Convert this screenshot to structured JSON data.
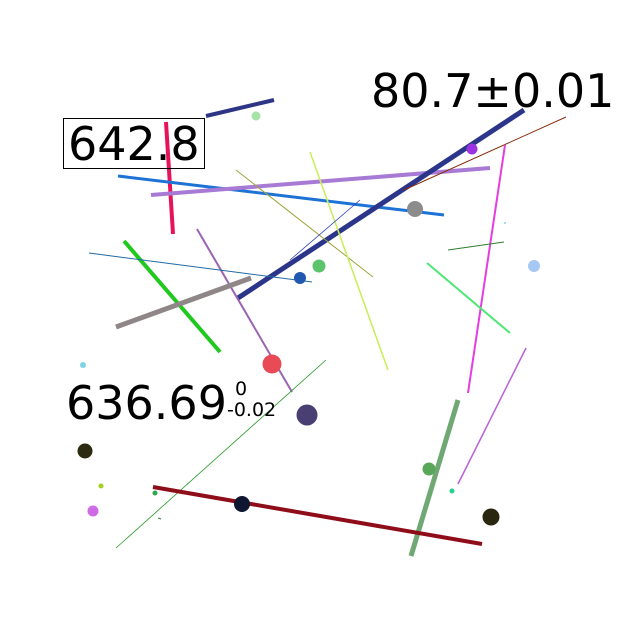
{
  "labels": {
    "boxed_value": "642.8",
    "plus_minus_value": "80.7±0.01",
    "sci_value": {
      "base": "636.69",
      "upper": "0",
      "lower": "-0.02"
    }
  },
  "colors": {
    "background": "#ffffff",
    "text": "#000000"
  }
}
